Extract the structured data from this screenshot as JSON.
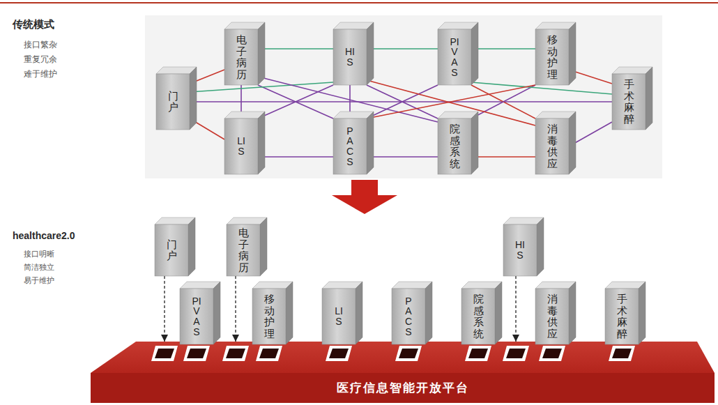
{
  "diagram": {
    "nodes": [
      {
        "text": [
          "门户"
        ]
      },
      {
        "text": [
          "电子病历"
        ]
      },
      {
        "text": [
          "LIS"
        ]
      },
      {
        "text": [
          "HIS"
        ]
      },
      {
        "text": [
          "PACS"
        ]
      },
      {
        "text": [
          "PIVAS"
        ]
      },
      {
        "text": [
          "院感系统"
        ]
      },
      {
        "text": [
          "移动护理"
        ]
      },
      {
        "text": [
          "消毒供应"
        ]
      },
      {
        "text": [
          "手术麻醉"
        ]
      },
      {
        "text": [
          "门户"
        ]
      },
      {
        "text": [
          "电子病历"
        ]
      },
      {
        "text": [
          "HIS"
        ]
      },
      {
        "text": [
          "PIVAS"
        ]
      },
      {
        "text": [
          "移动护理"
        ]
      },
      {
        "text": [
          "LIS"
        ]
      },
      {
        "text": [
          "PACS"
        ]
      },
      {
        "text": [
          "院感系统"
        ]
      },
      {
        "text": [
          "消毒供应"
        ]
      },
      {
        "text": [
          "手术麻醉"
        ]
      },
      {
        "text": [
          "医疗信息智能开放平台"
        ]
      }
    ],
    "edges": [
      {
        "from": 1,
        "to": 3,
        "arrow": "none"
      },
      {
        "from": 3,
        "to": 5,
        "arrow": "none"
      },
      {
        "from": 5,
        "to": 7,
        "arrow": "none"
      },
      {
        "from": 0,
        "to": 1,
        "arrow": "none"
      },
      {
        "from": 0,
        "to": 2,
        "arrow": "none"
      },
      {
        "from": 0,
        "to": 9,
        "arrow": "none"
      },
      {
        "from": 7,
        "to": 9,
        "arrow": "none"
      },
      {
        "from": 8,
        "to": 9,
        "arrow": "none"
      },
      {
        "from": 1,
        "to": 2,
        "arrow": "none"
      },
      {
        "from": 3,
        "to": 4,
        "arrow": "none"
      },
      {
        "from": 2,
        "to": 4,
        "arrow": "none"
      },
      {
        "from": 4,
        "to": 6,
        "arrow": "none"
      },
      {
        "from": 6,
        "to": 8,
        "arrow": "none"
      },
      {
        "from": 1,
        "to": 4,
        "arrow": "none"
      },
      {
        "from": 3,
        "to": 2,
        "arrow": "none"
      },
      {
        "from": 0,
        "to": 3,
        "arrow": "none"
      },
      {
        "from": 3,
        "to": 6,
        "arrow": "none"
      },
      {
        "from": 5,
        "to": 4,
        "arrow": "none"
      },
      {
        "from": 5,
        "to": 8,
        "arrow": "none"
      },
      {
        "from": 7,
        "to": 6,
        "arrow": "none"
      },
      {
        "from": 1,
        "to": 6,
        "arrow": "none"
      },
      {
        "from": 3,
        "to": 8,
        "arrow": "none"
      },
      {
        "from": 5,
        "to": 9,
        "arrow": "none"
      },
      {
        "from": 4,
        "to": 7,
        "arrow": "none"
      },
      {
        "from": 10,
        "to": 20,
        "arrow": "to"
      },
      {
        "from": 11,
        "to": 20,
        "arrow": "to"
      },
      {
        "from": 12,
        "to": 20,
        "arrow": "to"
      }
    ],
    "labels": [
      "传统模式",
      "接口繁杂",
      "重复冗余",
      "难于维护",
      "healthcare2.0",
      "接口明晰",
      "简洁独立",
      "易于维护"
    ]
  }
}
